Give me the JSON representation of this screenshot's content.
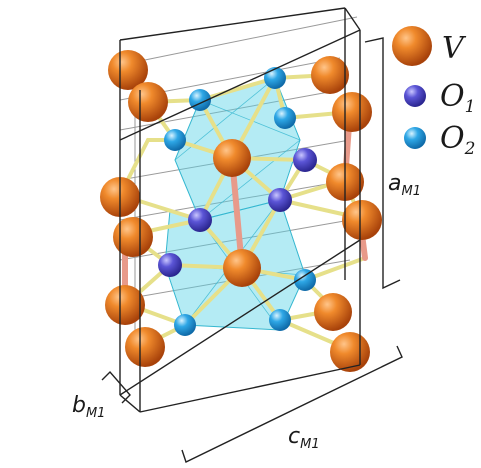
{
  "legend": [
    {
      "symbol": "V",
      "sub": "",
      "color": "#e8731a"
    },
    {
      "symbol": "O",
      "sub": "1",
      "color": "#5b55d6"
    },
    {
      "symbol": "O",
      "sub": "2",
      "color": "#2ea7e6"
    }
  ],
  "axes": {
    "a": {
      "base": "a",
      "sub": "M1"
    },
    "b": {
      "base": "b",
      "sub": "M1"
    },
    "c": {
      "base": "c",
      "sub": "M1"
    }
  },
  "colors": {
    "vanadium": "#e8731a",
    "oxygen1": "#5b55d6",
    "oxygen2": "#2ea7e6",
    "bond": "#e6e08a",
    "vv_bond": "#e89a8a",
    "octahedron": "#59d2e6",
    "cell_line": "#222222"
  }
}
